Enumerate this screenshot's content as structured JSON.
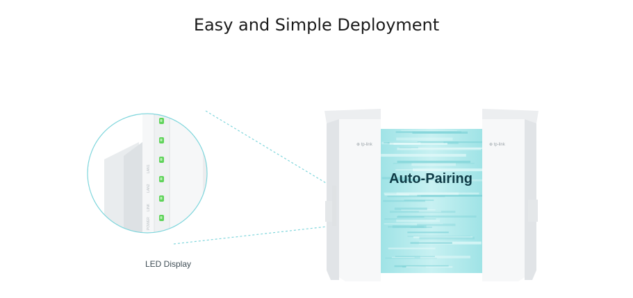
{
  "heading": "Easy and Simple Deployment",
  "overlay_label": "Auto-Pairing",
  "caption": "LED Display",
  "brand": "tp-link",
  "led_count": 6,
  "colors": {
    "accent_cyan": "#7fd6dc",
    "led_green": "#5fd35a",
    "device_white": "#f4f5f6"
  }
}
